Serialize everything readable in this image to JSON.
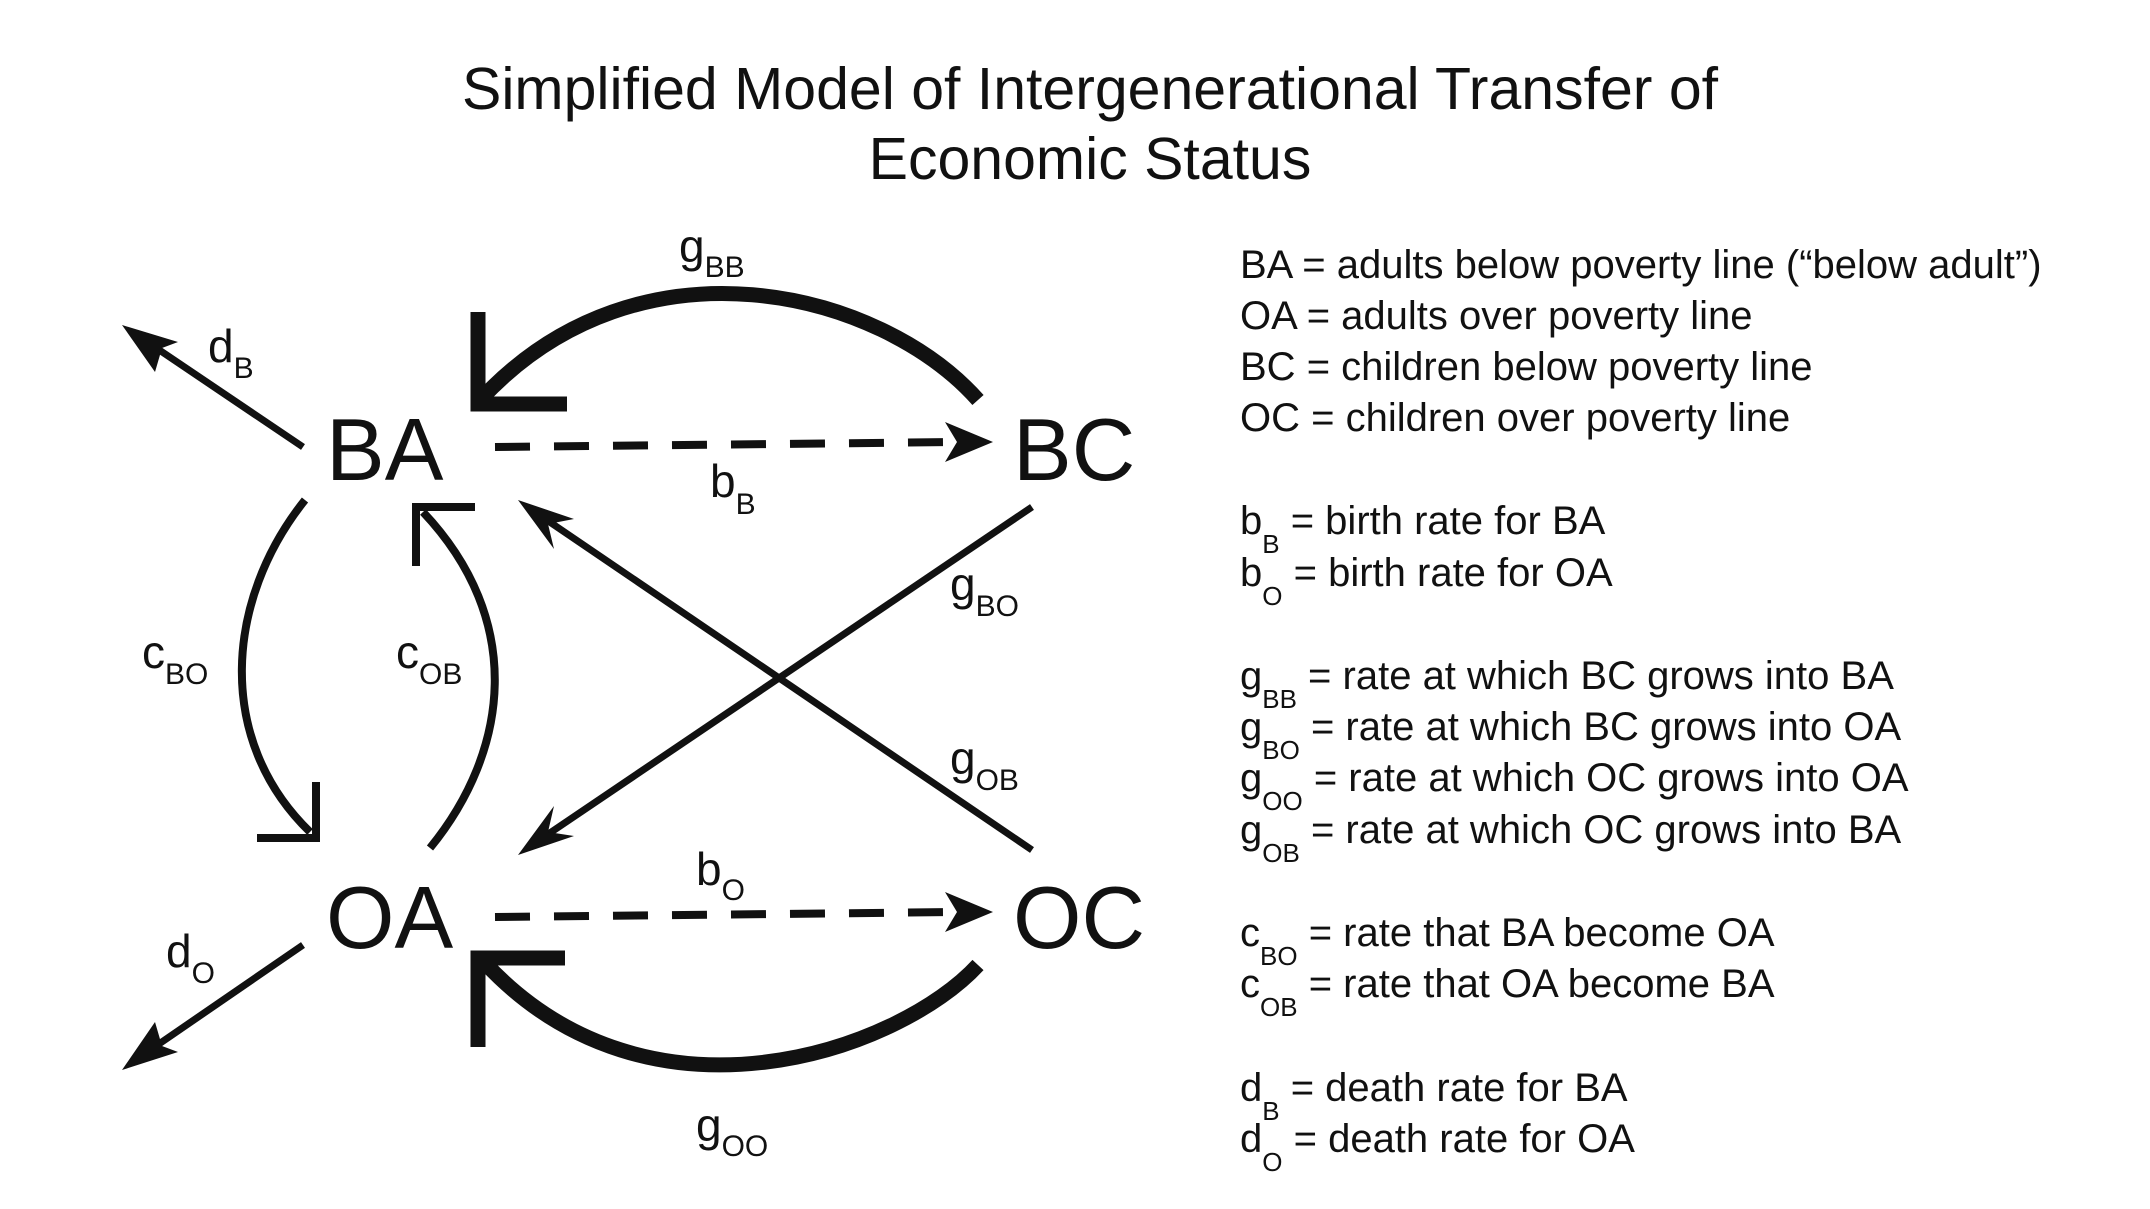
{
  "title": {
    "line1": "Simplified Model of Intergenerational Transfer of",
    "line2": "Economic Status"
  },
  "nodes": {
    "ba": "BA",
    "bc": "BC",
    "oa": "OA",
    "oc": "OC"
  },
  "edge_labels": {
    "g_bb": {
      "base": "g",
      "sub": "BB"
    },
    "b_b": {
      "base": "b",
      "sub": "B"
    },
    "d_b": {
      "base": "d",
      "sub": "B"
    },
    "c_bo": {
      "base": "c",
      "sub": "BO"
    },
    "c_ob": {
      "base": "c",
      "sub": "OB"
    },
    "g_bo": {
      "base": "g",
      "sub": "BO"
    },
    "g_ob": {
      "base": "g",
      "sub": "OB"
    },
    "b_o": {
      "base": "b",
      "sub": "O"
    },
    "d_o": {
      "base": "d",
      "sub": "O"
    },
    "g_oo": {
      "base": "g",
      "sub": "OO"
    }
  },
  "legend": [
    {
      "base": "BA",
      "sub": "",
      "desc": " = adults below poverty line (“below adult”)"
    },
    {
      "base": "OA",
      "sub": "",
      "desc": " = adults over poverty line"
    },
    {
      "base": "BC",
      "sub": "",
      "desc": " = children below poverty line"
    },
    {
      "base": "OC",
      "sub": "",
      "desc": " = children over poverty line"
    },
    {
      "base": "b",
      "sub": "B",
      "desc": " = birth rate for BA"
    },
    {
      "base": "b",
      "sub": "O",
      "desc": " = birth rate for OA"
    },
    {
      "base": "g",
      "sub": "BB",
      "desc": " = rate at which BC grows into BA"
    },
    {
      "base": "g",
      "sub": "BO",
      "desc": " = rate at which BC grows into OA"
    },
    {
      "base": "g",
      "sub": "OO",
      "desc": " = rate at which OC grows into OA"
    },
    {
      "base": "g",
      "sub": "OB",
      "desc": " = rate at which OC grows into BA"
    },
    {
      "base": "c",
      "sub": "BO",
      "desc": " = rate that BA become OA"
    },
    {
      "base": "c",
      "sub": "OB",
      "desc": " = rate that OA become BA"
    },
    {
      "base": "d",
      "sub": "B",
      "desc": " = death rate for BA"
    },
    {
      "base": "d",
      "sub": "O",
      "desc": " = death rate for OA"
    }
  ],
  "colors": {
    "ink": "#111111",
    "background": "#ffffff"
  }
}
